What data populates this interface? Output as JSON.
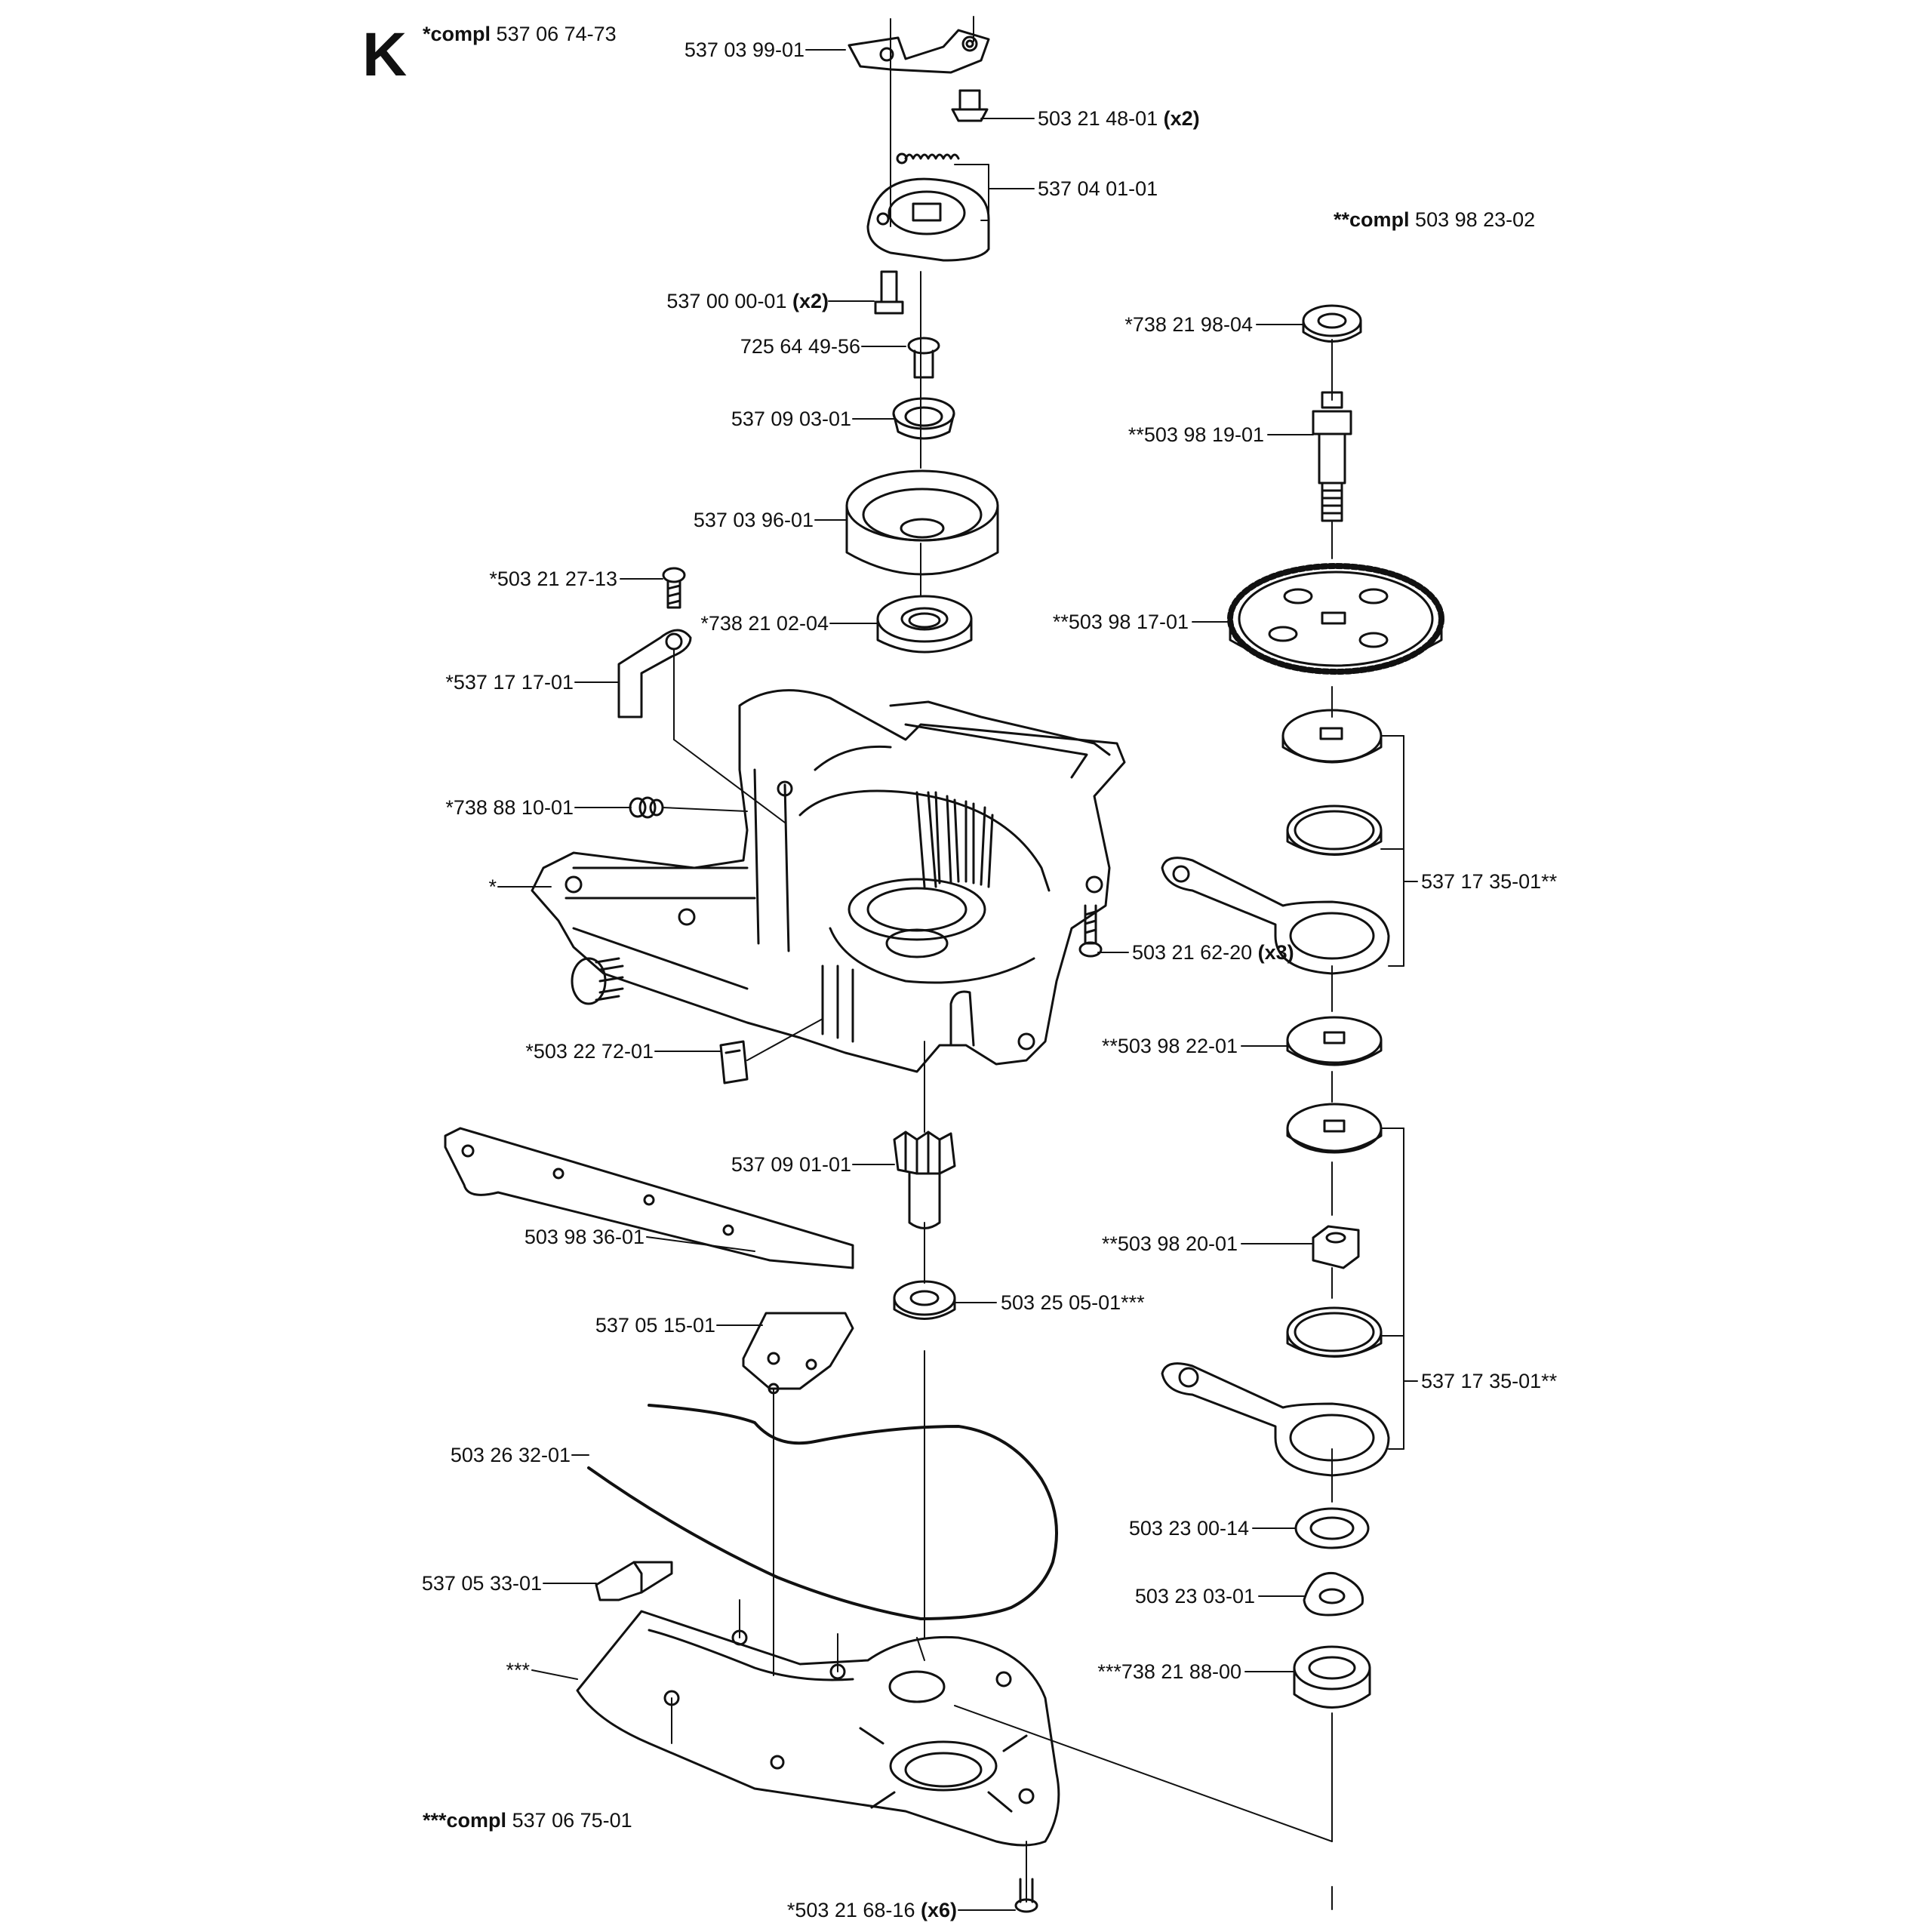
{
  "section_letter": "K",
  "assemblies": {
    "compl_1": {
      "prefix": "*compl",
      "number": "537 06 74-73"
    },
    "compl_2": {
      "prefix": "**compl",
      "number": "503 98 23-02"
    },
    "compl_3": {
      "prefix": "***compl",
      "number": "537 06 75-01"
    }
  },
  "parts": [
    {
      "id": "p01",
      "number": "537 03 99-01",
      "qty": ""
    },
    {
      "id": "p02",
      "number": "503 21 48-01",
      "qty": "(x2)"
    },
    {
      "id": "p03",
      "number": "537 04 01-01",
      "qty": ""
    },
    {
      "id": "p04",
      "number": "537 00 00-01",
      "qty": "(x2)"
    },
    {
      "id": "p05",
      "number": "725 64 49-56",
      "qty": ""
    },
    {
      "id": "p06",
      "number": "537 09 03-01",
      "qty": ""
    },
    {
      "id": "p07",
      "number": "537 03 96-01",
      "qty": ""
    },
    {
      "id": "p08",
      "number": "*503 21 27-13",
      "qty": ""
    },
    {
      "id": "p09",
      "number": "*738 21 02-04",
      "qty": ""
    },
    {
      "id": "p10",
      "number": "*537 17 17-01",
      "qty": ""
    },
    {
      "id": "p11",
      "number": "*738 88 10-01",
      "qty": ""
    },
    {
      "id": "p12",
      "number": "*",
      "qty": ""
    },
    {
      "id": "p13",
      "number": "*503 22 72-01",
      "qty": ""
    },
    {
      "id": "p14",
      "number": "537 09 01-01",
      "qty": ""
    },
    {
      "id": "p15",
      "number": "503 98 36-01",
      "qty": ""
    },
    {
      "id": "p16",
      "number": "503 25 05-01***",
      "qty": ""
    },
    {
      "id": "p17",
      "number": "537 05 15-01",
      "qty": ""
    },
    {
      "id": "p18",
      "number": "503 26 32-01",
      "qty": ""
    },
    {
      "id": "p19",
      "number": "537 05 33-01",
      "qty": ""
    },
    {
      "id": "p20",
      "number": "***",
      "qty": ""
    },
    {
      "id": "p21",
      "number": "*503 21 68-16",
      "qty": "(x6)"
    },
    {
      "id": "p22",
      "number": "*738 21 98-04",
      "qty": ""
    },
    {
      "id": "p23",
      "number": "**503 98 19-01",
      "qty": ""
    },
    {
      "id": "p24",
      "number": "**503 98 17-01",
      "qty": ""
    },
    {
      "id": "p25",
      "number": "537 17 35-01**",
      "qty": ""
    },
    {
      "id": "p26",
      "number": "503 21 62-20",
      "qty": "(x3)"
    },
    {
      "id": "p27",
      "number": "**503 98 22-01",
      "qty": ""
    },
    {
      "id": "p28",
      "number": "**503 98 20-01",
      "qty": ""
    },
    {
      "id": "p29",
      "number": "537 17 35-01**",
      "qty": ""
    },
    {
      "id": "p30",
      "number": "503 23 00-14",
      "qty": ""
    },
    {
      "id": "p31",
      "number": "503 23 03-01",
      "qty": ""
    },
    {
      "id": "p32",
      "number": "***738 21 88-00",
      "qty": ""
    }
  ]
}
